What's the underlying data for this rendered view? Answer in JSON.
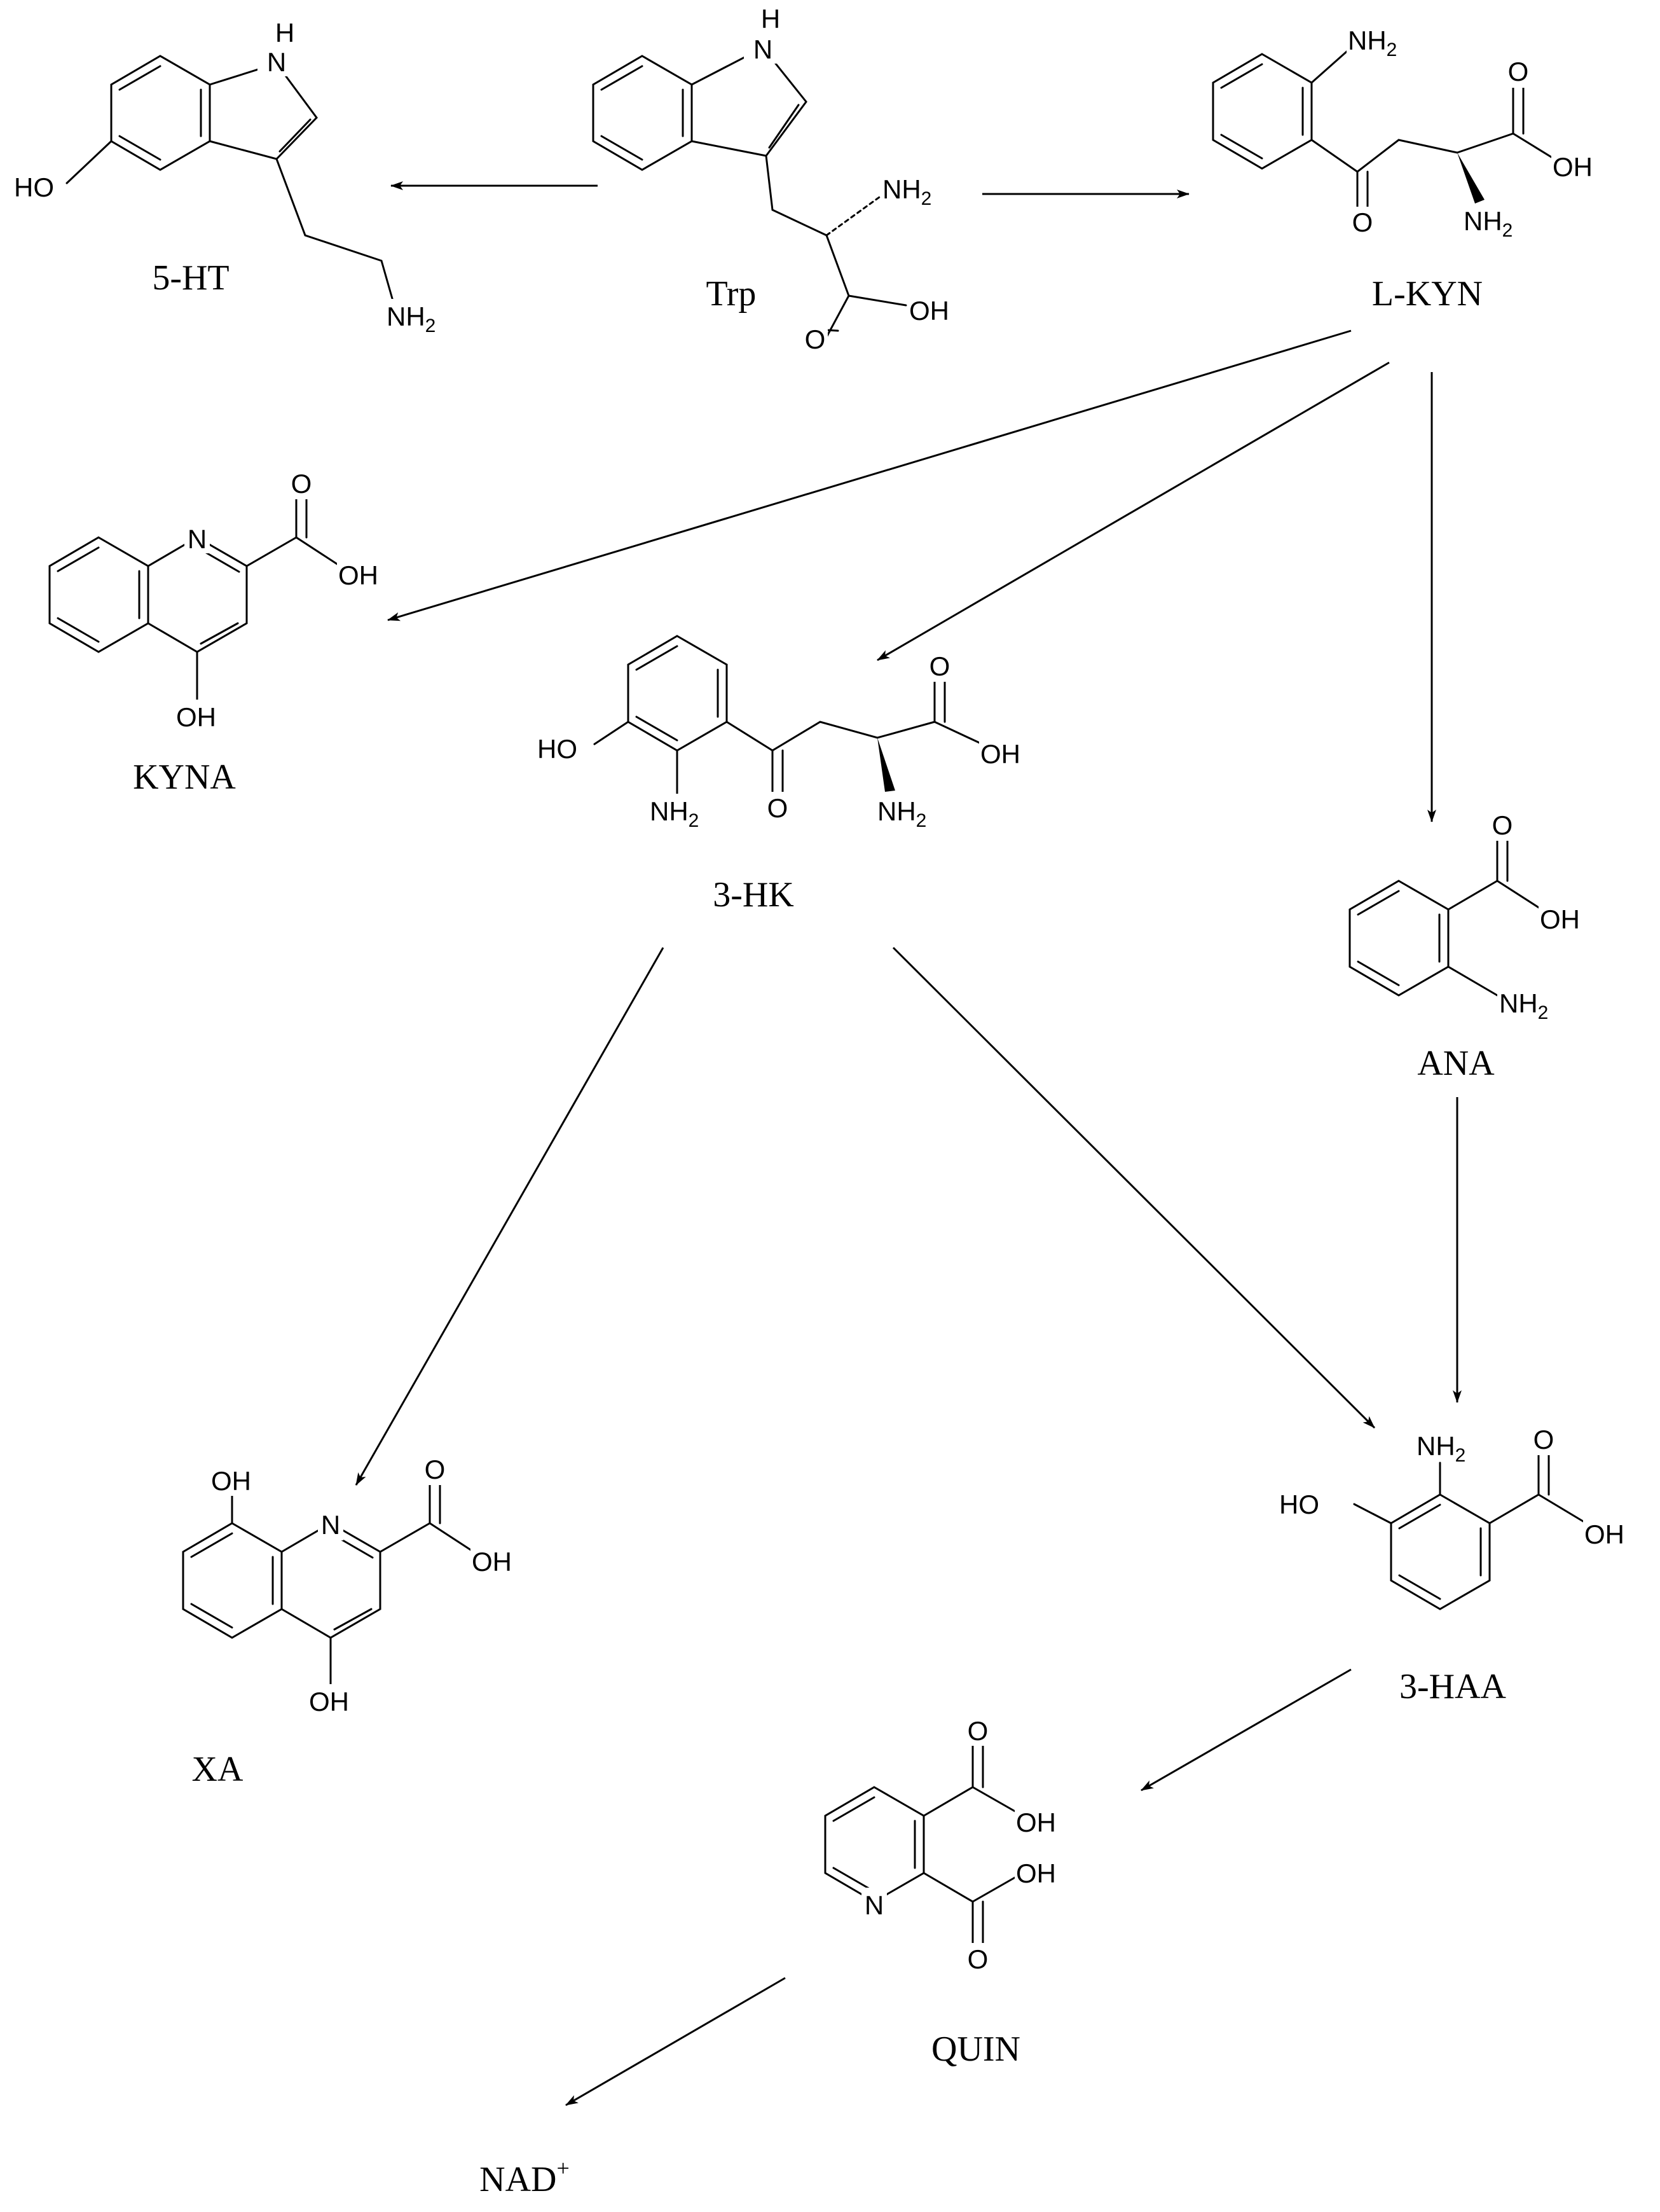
{
  "compounds": {
    "trp": {
      "caption": "Trp"
    },
    "ht5": {
      "caption": "5-HT"
    },
    "lkyn": {
      "caption": "L-KYN"
    },
    "kyna": {
      "caption": "KYNA"
    },
    "hk3": {
      "caption": "3-HK"
    },
    "ana": {
      "caption": "ANA"
    },
    "xa": {
      "caption": "XA"
    },
    "haa3": {
      "caption": "3-HAA"
    },
    "quin": {
      "caption": "QUIN"
    },
    "nad": {
      "caption": "NAD",
      "superscript": "+"
    }
  },
  "atoms": {
    "NH": "N",
    "H": "H",
    "HO": "HO",
    "OH": "OH",
    "O": "O",
    "N": "N",
    "NH2_main": "NH",
    "NH2_sub": "2"
  }
}
